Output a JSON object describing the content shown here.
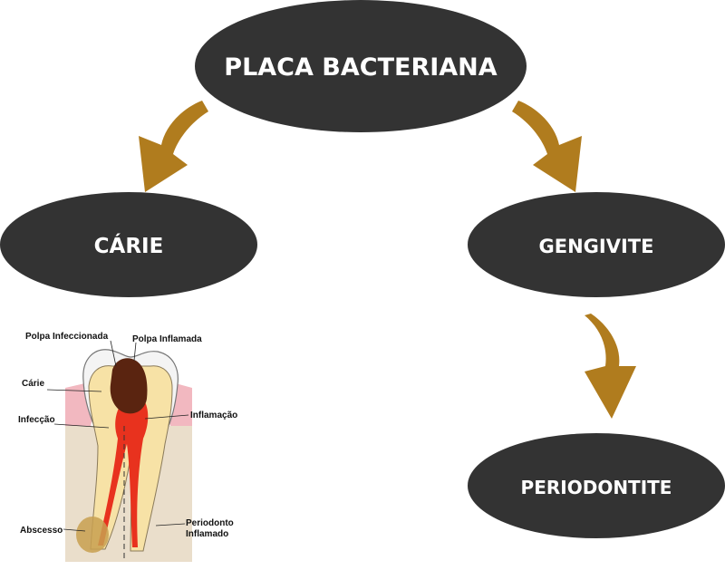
{
  "colors": {
    "node_fill": "#333333",
    "node_text": "#ffffff",
    "arrow": "#b07c1e",
    "pulp_infected": "#5a2410",
    "pulp_inflamed": "#e8321e",
    "gum": "#f2b8c0",
    "dentin": "#f7e2a6",
    "enamel": "#f4f4f4",
    "bone": "#d9c3a0"
  },
  "diagram": {
    "nodes": [
      {
        "id": "root",
        "label": "PLACA BACTERIANA"
      },
      {
        "id": "caries",
        "label": "CÁRIE"
      },
      {
        "id": "gingivitis",
        "label": "GENGIVITE"
      },
      {
        "id": "periodontitis",
        "label": "PERIODONTITE"
      }
    ],
    "edges": [
      {
        "from": "root",
        "to": "caries"
      },
      {
        "from": "root",
        "to": "gingivitis"
      },
      {
        "from": "gingivitis",
        "to": "periodontitis"
      }
    ]
  },
  "illustration": {
    "labels": {
      "polpa_infeccionada": "Polpa Infeccionada",
      "polpa_inflamada": "Polpa Inflamada",
      "carie": "Cárie",
      "infeccao": "Infecção",
      "inflamacao": "Inflamação",
      "abscesso": "Abscesso",
      "periodonto_1": "Periodonto",
      "periodonto_2": "Inflamado"
    }
  }
}
